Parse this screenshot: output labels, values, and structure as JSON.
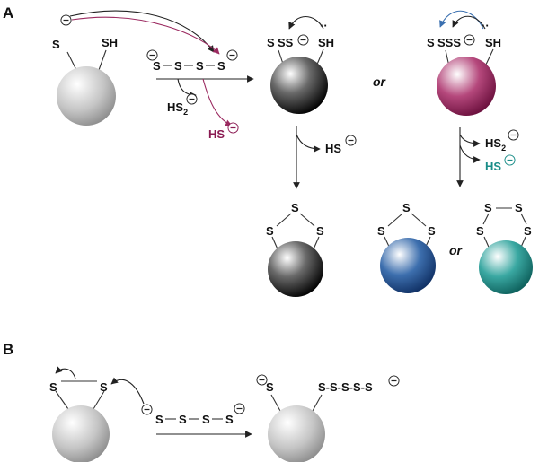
{
  "panels": {
    "a": "A",
    "b": "B"
  },
  "panel_a": {
    "start": {
      "s1": "S",
      "s2": "SH"
    },
    "reagent": [
      "S",
      "S",
      "S",
      "S"
    ],
    "byproduct_black": "HS",
    "byproduct_black_sub": "2",
    "byproduct_plum": "HS",
    "mid_black": {
      "left": "S",
      "chain": "SS",
      "right": "SH"
    },
    "mid_plum": {
      "left": "S",
      "chain": "SSS",
      "right": "SH"
    },
    "or": "or",
    "loss_left": "HS",
    "loss_right_black": "HS",
    "loss_right_black_sub": "2",
    "loss_right_teal": "HS",
    "product_black": {
      "top": "S",
      "left": "S",
      "right": "S"
    },
    "product_blue": {
      "top": "S",
      "left": "S",
      "right": "S"
    },
    "product_teal": {
      "top_left": "S",
      "top_right": "S",
      "left": "S",
      "right": "S"
    }
  },
  "panel_b": {
    "start": {
      "s1": "S",
      "s2": "S"
    },
    "reagent": [
      "S",
      "S",
      "S",
      "S"
    ],
    "product": {
      "left": "S",
      "chain": "S-S-S-S-S"
    }
  },
  "colors": {
    "grey_sphere": "#b9b9b9",
    "black_sphere": "#1a1a1a",
    "plum_sphere": "#8a1a52",
    "blue_sphere": "#1f4e8c",
    "teal_sphere": "#1a8d88",
    "plum_arrow": "#9b2a60",
    "blue_arrow": "#3b70b0"
  }
}
